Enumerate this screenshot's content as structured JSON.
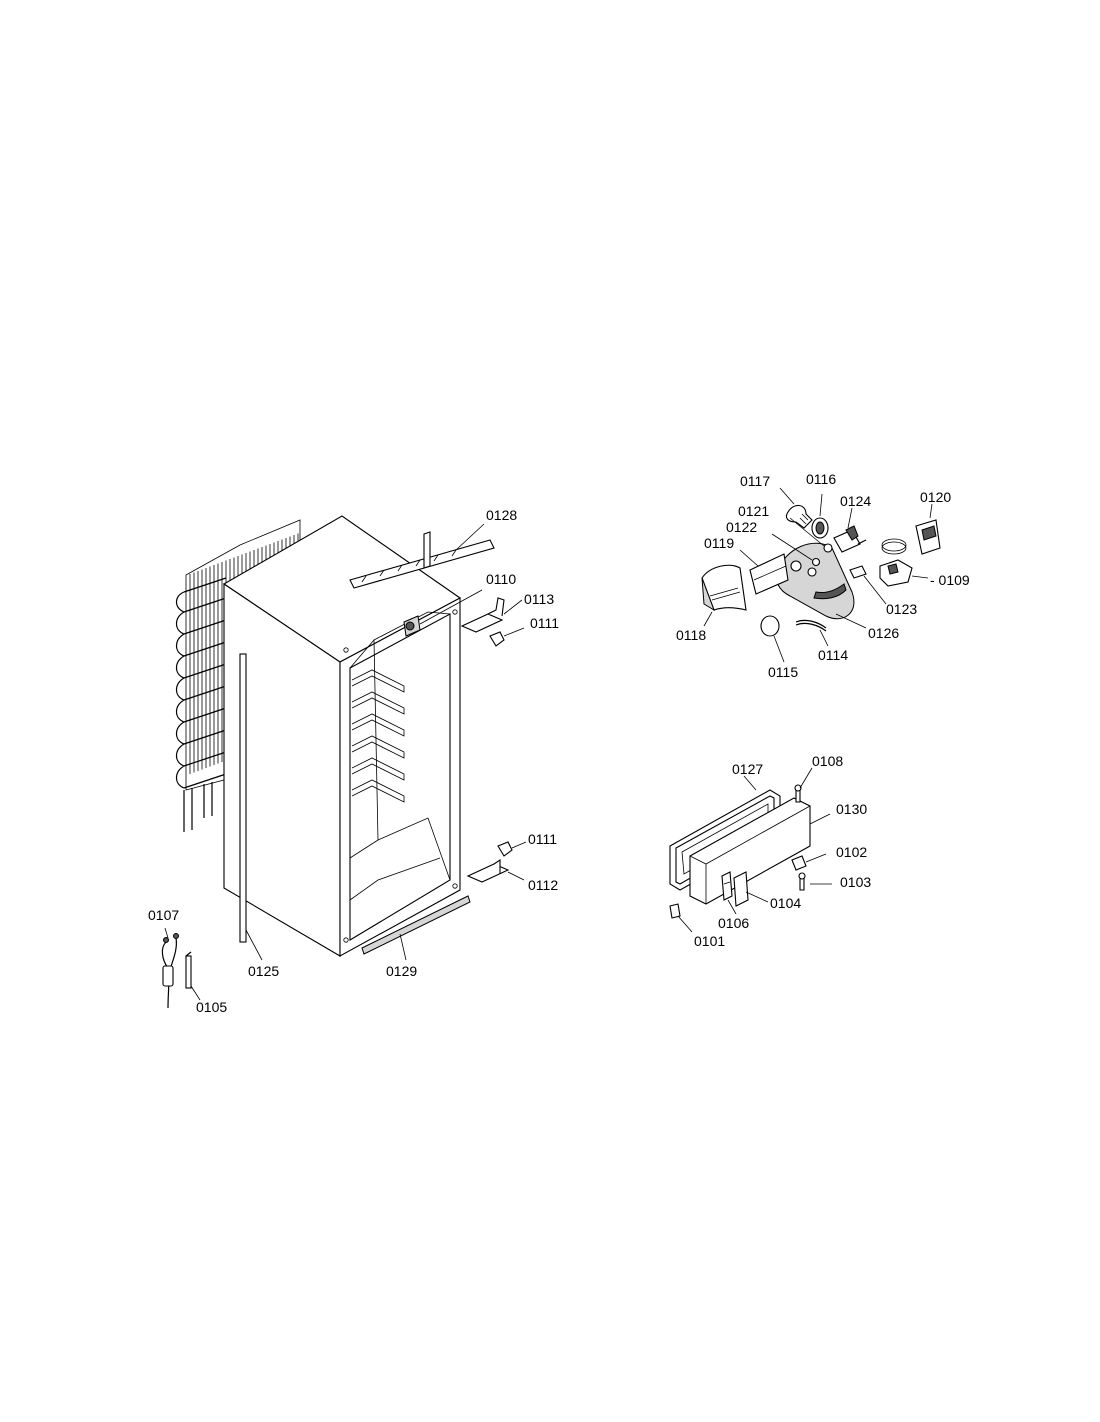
{
  "colors": {
    "ink": "#000000",
    "paper": "#ffffff",
    "shade": "#d6d6d6"
  },
  "callouts": [
    {
      "id": "0128",
      "label": "0128"
    },
    {
      "id": "0110",
      "label": "0110"
    },
    {
      "id": "0113",
      "label": "0113"
    },
    {
      "id": "0111a",
      "label": "0111"
    },
    {
      "id": "0111b",
      "label": "0111"
    },
    {
      "id": "0112",
      "label": "0112"
    },
    {
      "id": "0125",
      "label": "0125"
    },
    {
      "id": "0129",
      "label": "0129"
    },
    {
      "id": "0107",
      "label": "0107"
    },
    {
      "id": "0105",
      "label": "0105"
    },
    {
      "id": "0117",
      "label": "0117"
    },
    {
      "id": "0116",
      "label": "0116"
    },
    {
      "id": "0124",
      "label": "0124"
    },
    {
      "id": "0120",
      "label": "0120"
    },
    {
      "id": "0121",
      "label": "0121"
    },
    {
      "id": "0122",
      "label": "0122"
    },
    {
      "id": "0119",
      "label": "0119"
    },
    {
      "id": "0109",
      "label": "- 0109"
    },
    {
      "id": "0123",
      "label": "0123"
    },
    {
      "id": "0118",
      "label": "0118"
    },
    {
      "id": "0126",
      "label": "0126"
    },
    {
      "id": "0114",
      "label": "0114"
    },
    {
      "id": "0115",
      "label": "0115"
    },
    {
      "id": "0127",
      "label": "0127"
    },
    {
      "id": "0108",
      "label": "0108"
    },
    {
      "id": "0130",
      "label": "0130"
    },
    {
      "id": "0102",
      "label": "0102"
    },
    {
      "id": "0103",
      "label": "0103"
    },
    {
      "id": "0104",
      "label": "0104"
    },
    {
      "id": "0106",
      "label": "0106"
    },
    {
      "id": "0101",
      "label": "0101"
    }
  ]
}
